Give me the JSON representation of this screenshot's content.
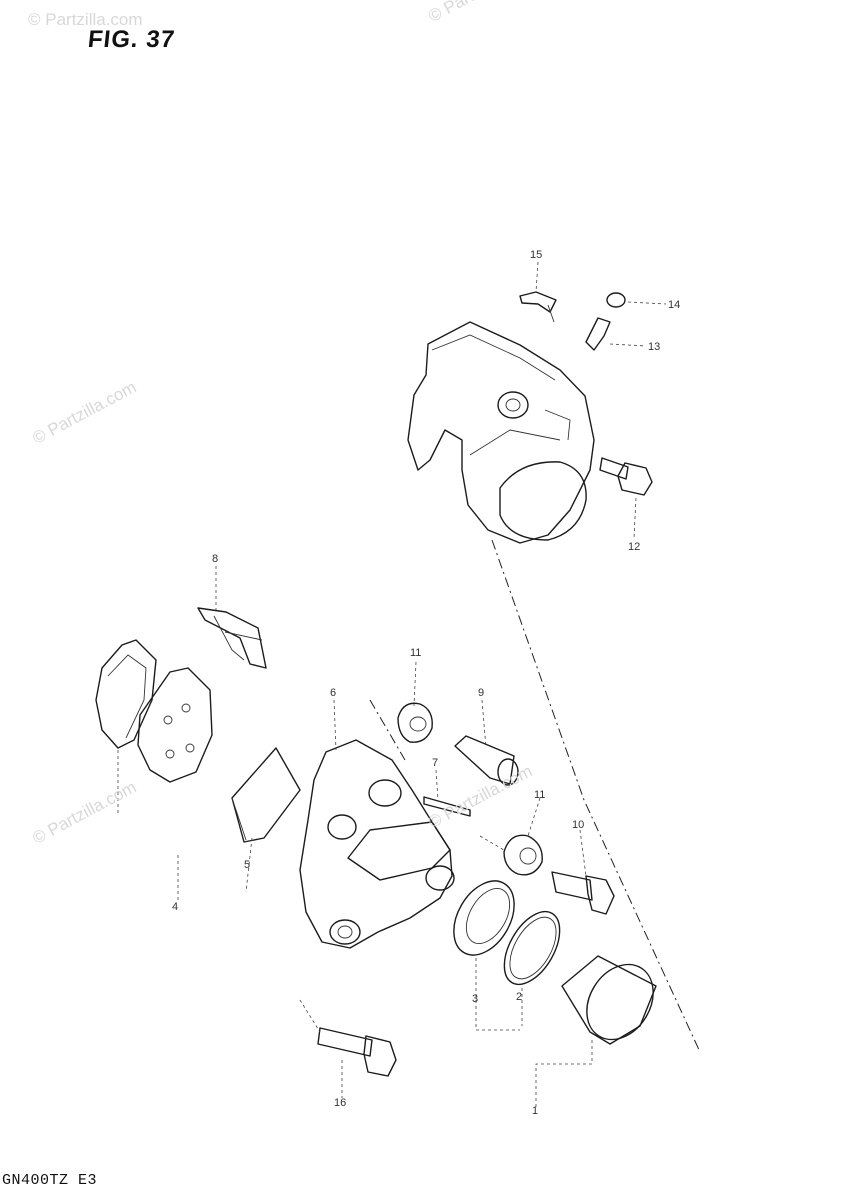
{
  "figure": {
    "title": "FIG. 37",
    "footer": "GN400TZ E3"
  },
  "watermark": {
    "text": "© Partzilla.com"
  },
  "callouts": {
    "c1": "1",
    "c2": "2",
    "c3": "3",
    "c4": "4",
    "c5": "5",
    "c6": "6",
    "c7": "7",
    "c8": "8",
    "c9": "9",
    "c10": "10",
    "c11a": "11",
    "c11b": "11",
    "c12": "12",
    "c13": "13",
    "c14": "14",
    "c15": "15",
    "c16": "16"
  }
}
